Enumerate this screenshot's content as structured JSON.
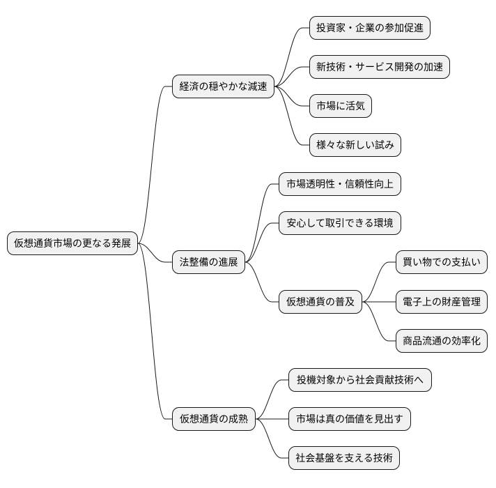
{
  "root": {
    "label": "仮想通貨市場の更なる発展"
  },
  "branches": [
    {
      "label": "経済の穏やかな減速",
      "children": [
        {
          "label": "投資家・企業の参加促進"
        },
        {
          "label": "新技術・サービス開発の加速"
        },
        {
          "label": "市場に活気"
        },
        {
          "label": "様々な新しい試み"
        }
      ]
    },
    {
      "label": "法整備の進展",
      "children": [
        {
          "label": "市場透明性・信頼性向上"
        },
        {
          "label": "安心して取引できる環境"
        },
        {
          "label": "仮想通貨の普及",
          "children": [
            {
              "label": "買い物での支払い"
            },
            {
              "label": "電子上の財産管理"
            },
            {
              "label": "商品流通の効率化"
            }
          ]
        }
      ]
    },
    {
      "label": "仮想通貨の成熟",
      "children": [
        {
          "label": "投機対象から社会貢献技術へ"
        },
        {
          "label": "市場は真の価値を見出す"
        },
        {
          "label": "社会基盤を支える技術"
        }
      ]
    }
  ],
  "colors": {
    "node_fill": "#f1f1f1",
    "line": "#181818",
    "background": "#ffffff"
  }
}
